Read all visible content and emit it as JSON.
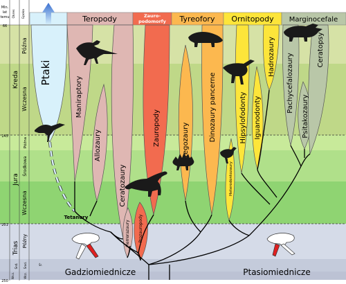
{
  "axis": {
    "header_mln": "Mln.",
    "header_lat": "lat",
    "header_temu": "temu",
    "header_okres": "Okres",
    "header_epoka": "Epoka",
    "tick_66": "66",
    "tick_145": "145",
    "tick_201": "201",
    "tick_250": "250"
  },
  "periods": {
    "kreda": "Kreda",
    "jura": "Jura",
    "trias": "Trias",
    "wcz": "Wcz.",
    "srd": "Śrd."
  },
  "epochs": {
    "kreda_pozna": "Późna",
    "kreda_wczesna": "Wczesna",
    "jura_pozna": "Późna",
    "jura_srodkowa": "Środkowa",
    "jura_wczesna": "Wczesna",
    "trias_pozny": "Późny",
    "trias_srodkowy": "Środ.",
    "trias_wczesny": "Wcz.",
    "trias_maly": "Śr."
  },
  "groups": {
    "teropody": "Teropody",
    "zauropodomorfy_1": "Zauro-",
    "zauropodomorfy_2": "podomorfy",
    "tyreofory": "Tyreofory",
    "ornitopody": "Ornitopody",
    "marginocefale": "Marginocefale"
  },
  "clades": {
    "ptaki": "Ptaki",
    "maniraptory": "Maniraptory",
    "allozaury": "Allozaury",
    "ceratozaury": "Ceratozaury",
    "tetanury": "Tetanury",
    "herrerazaury": "Herrerazaury",
    "prozauropody": "Prozauropody",
    "zauropody": "Zauropody",
    "stegozaury": "Stegozaury",
    "dinozaury_pancerne": "Dinozaury pancerne",
    "heterodontozaury": "Heterodontozaury",
    "hipsylofodonty": "Hipsylofodonty",
    "iguanodonty": "Iguanodonty",
    "hadrozaury": "Hadrozaury",
    "pachycefalozaury": "Pachycefalozaury",
    "psitakozaury": "Psitakozaury",
    "ceratopsy": "Ceratopsy"
  },
  "bottom": {
    "gadziomiednicze": "Gadziomiednicze",
    "ptasiomiednicze": "Ptasiomiednicze"
  },
  "colors": {
    "teropody": "#dfb7b3",
    "zauropodomorfy": "#f26b4f",
    "tyreofory": "#fcb84f",
    "ornitopody": "#fde53a",
    "marginocefale": "#b9c7a8",
    "ptaki": "#d8f1fb"
  }
}
